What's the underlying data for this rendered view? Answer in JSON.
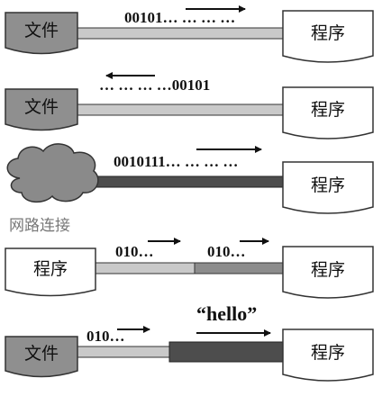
{
  "labels": {
    "file": "文件",
    "program": "程序",
    "network": "网路连接"
  },
  "streams": {
    "row1": "00101… … … …",
    "row2": "… … … …00101",
    "row3": "0010111… … … …",
    "row4_left": "010…",
    "row4_right": "010…",
    "row5_bits": "010…",
    "row5_hello": "“hello”"
  },
  "colors": {
    "file_box": "#8f8f8f",
    "program_box": "#ffffff",
    "pipe_light": "#c9c9c9",
    "pipe_medium": "#8c8c8c",
    "pipe_dark": "#4d4d4d",
    "cloud": "#8a8a8a"
  }
}
